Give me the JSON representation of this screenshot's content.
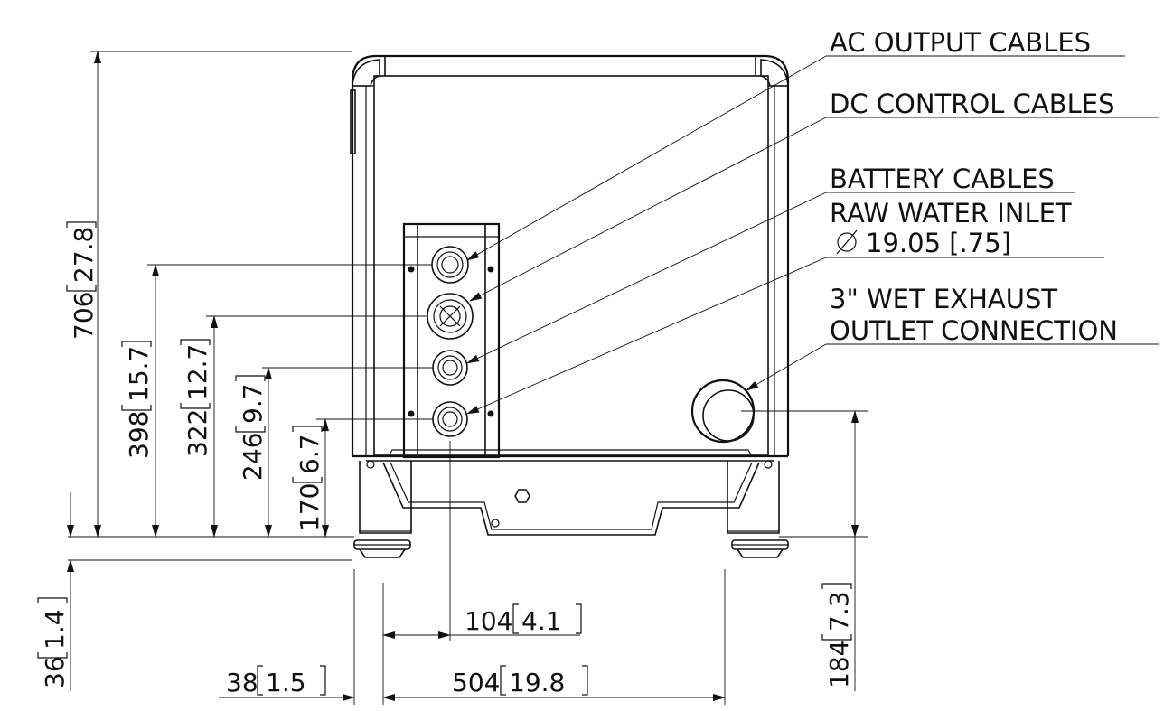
{
  "callouts": {
    "ac_output": "AC OUTPUT CABLES",
    "dc_control": "DC CONTROL CABLES",
    "battery": "BATTERY CABLES",
    "raw_water_line1": "RAW WATER INLET",
    "raw_water_line2": "19.05 [.75]",
    "exhaust_line1": "3\" WET EXHAUST",
    "exhaust_line2": "OUTLET CONNECTION"
  },
  "dimensions": {
    "d706": {
      "mm": "706",
      "in": "27.8"
    },
    "d398": {
      "mm": "398",
      "in": "15.7"
    },
    "d322": {
      "mm": "322",
      "in": "12.7"
    },
    "d246": {
      "mm": "246",
      "in": "9.7"
    },
    "d170": {
      "mm": "170",
      "in": "6.7"
    },
    "d36": {
      "mm": "36",
      "in": "1.4"
    },
    "d184": {
      "mm": "184",
      "in": "7.3"
    },
    "d104": {
      "mm": "104",
      "in": "4.1"
    },
    "d38": {
      "mm": "38",
      "in": "1.5"
    },
    "d504": {
      "mm": "504",
      "in": "19.8"
    }
  }
}
